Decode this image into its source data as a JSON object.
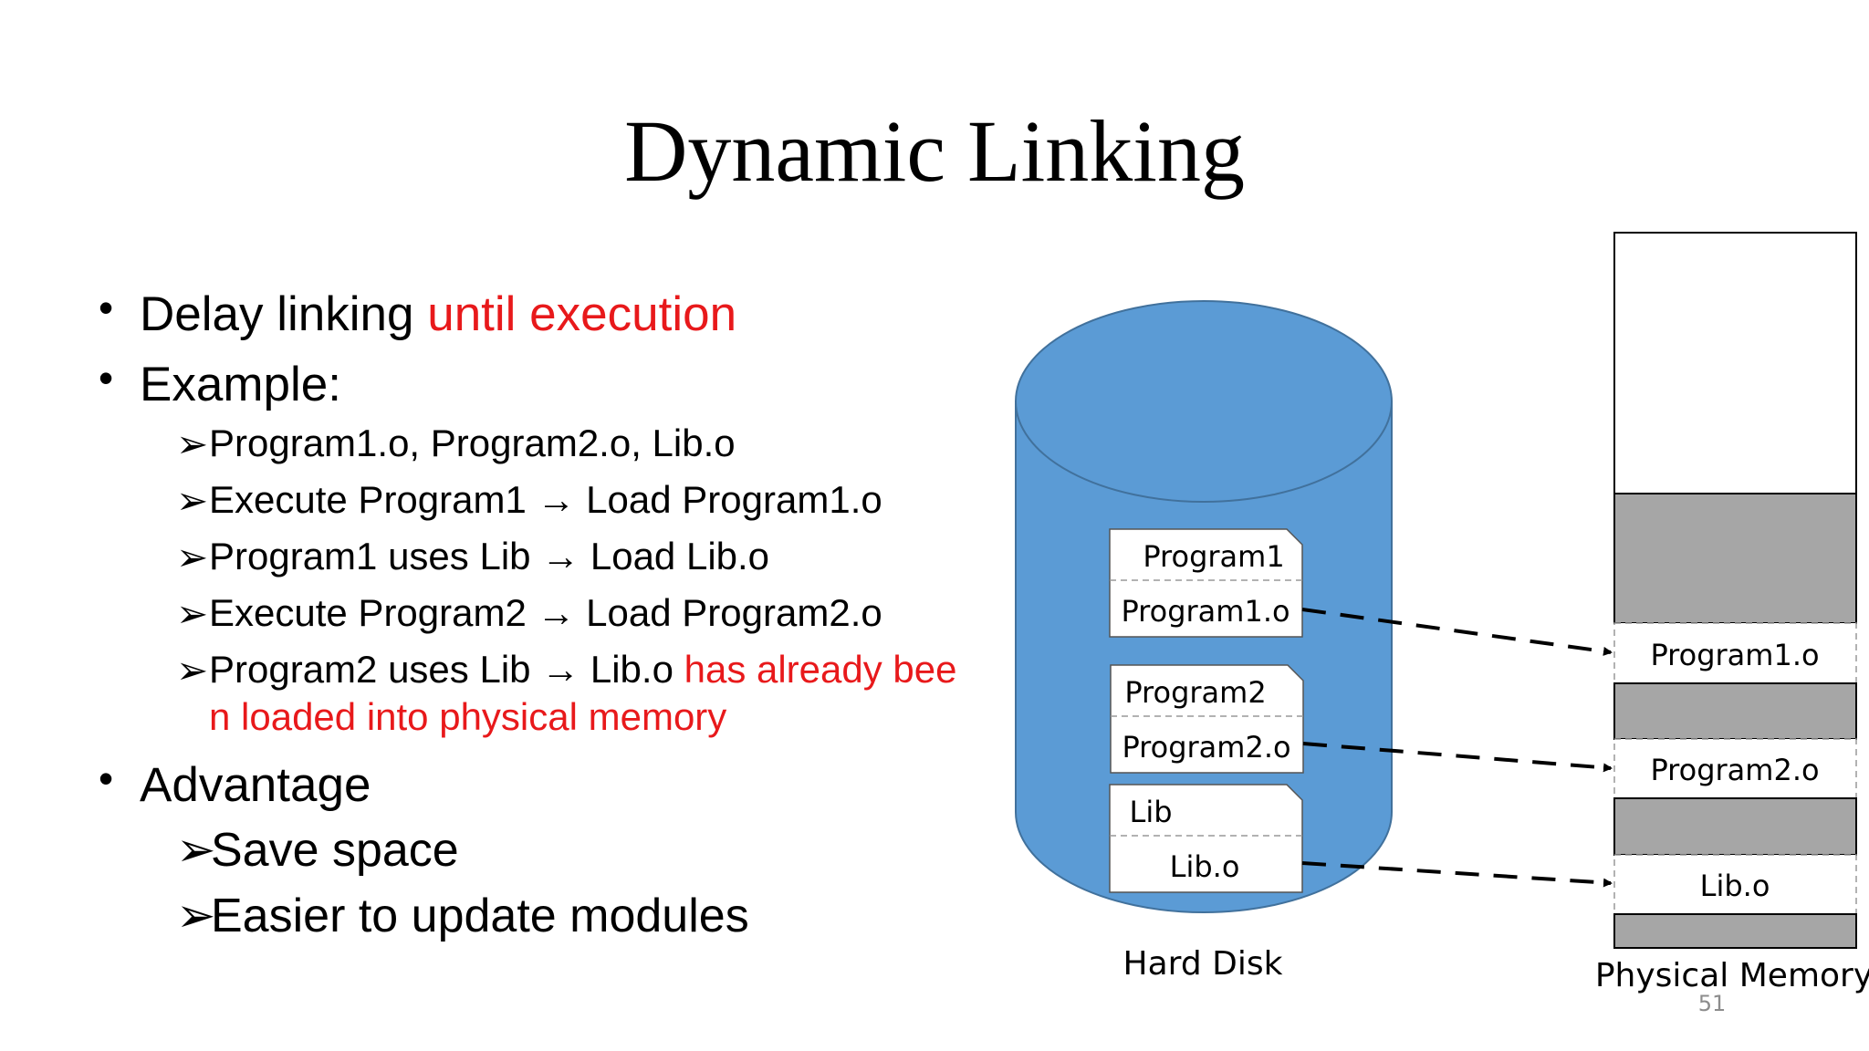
{
  "slide": {
    "title": "Dynamic Linking",
    "page_number": "51"
  },
  "bullets": [
    {
      "text": "Delay linking ",
      "highlight": "until execution"
    },
    {
      "text": "Example:"
    },
    {
      "text": "Advantage"
    }
  ],
  "example_items": [
    {
      "text": "Program1.o, Program2.o, Lib.o"
    },
    {
      "before": "Execute Program1 ",
      "arrow": "→",
      "after": " Load Program1.o"
    },
    {
      "before": "Program1 uses Lib ",
      "arrow": "→",
      "after": " Load Lib.o"
    },
    {
      "before": "Execute Program2 ",
      "arrow": "→",
      "after": " Load Program2.o"
    },
    {
      "before": "Program2 uses Lib ",
      "arrow": "→",
      "after": " Lib.o ",
      "highlight_line1": "has already bee",
      "highlight_line2": "n loaded into physical memory"
    }
  ],
  "advantage_items": [
    {
      "text": "Save space"
    },
    {
      "text": "Easier to update modules"
    }
  ],
  "diagram": {
    "disk_label": "Hard Disk",
    "memory_label": "Physical Memory",
    "files": [
      {
        "name": "Program1",
        "object": "Program1.o"
      },
      {
        "name": "Program2",
        "object": "Program2.o"
      },
      {
        "name": "Lib",
        "object": "Lib.o"
      }
    ],
    "memory_slots": [
      "Program1.o",
      "Program2.o",
      "Lib.o"
    ],
    "colors": {
      "disk_fill": "#5b9bd5",
      "disk_stroke": "#41719c",
      "memory_used": "#a6a6a6",
      "highlight_text": "#e8191b"
    }
  }
}
